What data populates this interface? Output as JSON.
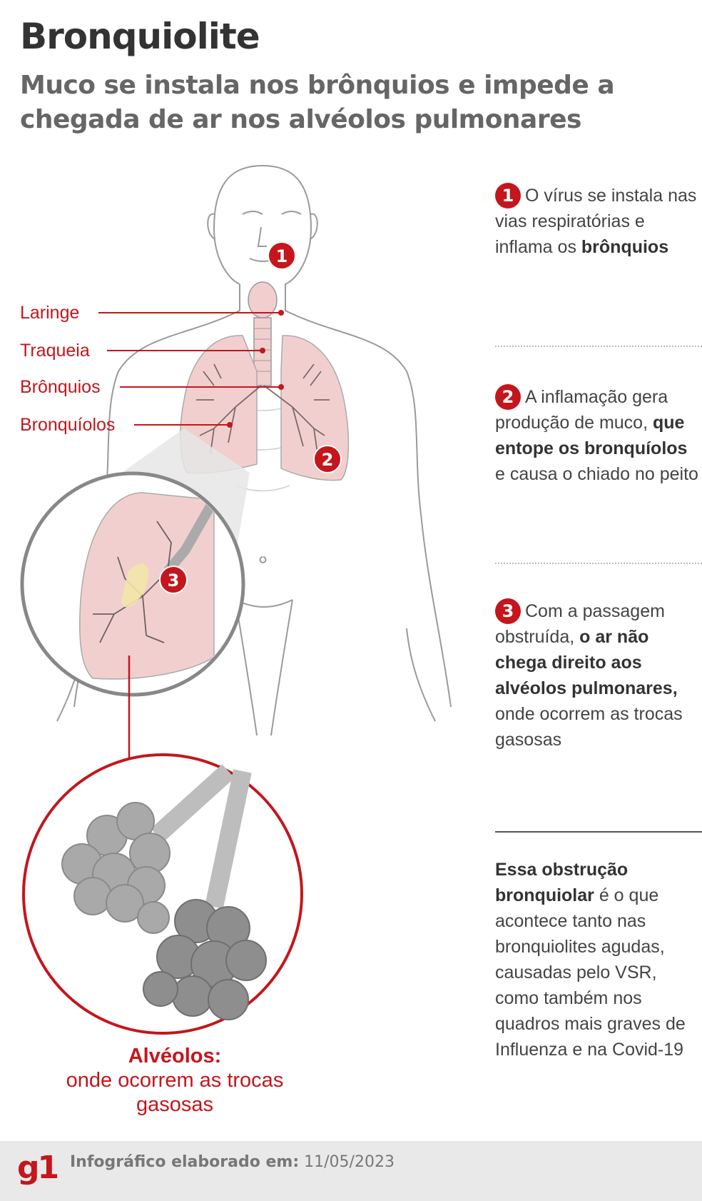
{
  "header": {
    "title": "Bronquiolite",
    "subtitle": "Muco se instala nos brônquios e impede a chegada de ar nos alvéolos pulmonares"
  },
  "labels": {
    "laringe": "Laringe",
    "traqueia": "Traqueia",
    "bronquios": "Brônquios",
    "bronquiolos": "Bronquíolos"
  },
  "markers": [
    "1",
    "2",
    "3"
  ],
  "steps": [
    {
      "num": "1",
      "text_a": "O vírus se instala nas vias respiratórias e inflama os ",
      "bold_a": "brônquios"
    },
    {
      "num": "2",
      "text_a": "A inflamação gera produção de muco, ",
      "bold_a": "que entope os bronquíolos",
      "text_b": " e causa o chiado no peito"
    },
    {
      "num": "3",
      "text_a": "Com a passagem obstruída, ",
      "bold_a": "o ar não chega direito aos alvéolos pulmonares,",
      "text_b": " onde ocorrem as trocas gasosas"
    }
  ],
  "note": {
    "bold": "Essa obstrução bronquiolar",
    "text": " é o que acontece tanto nas bronquiolites agudas, causadas pelo VSR, como também nos quadros mais graves de Influenza e na Covid-19"
  },
  "alveolos": {
    "title": "Alvéolos:",
    "text": "onde ocorrem as trocas gasosas"
  },
  "footer": {
    "logo": "g1",
    "label": "Infográfico elaborado em:",
    "date": "11/05/2023"
  },
  "colors": {
    "accent": "#c4161c",
    "lung": "#f2cfcf",
    "mucus": "#f3e4a8"
  }
}
